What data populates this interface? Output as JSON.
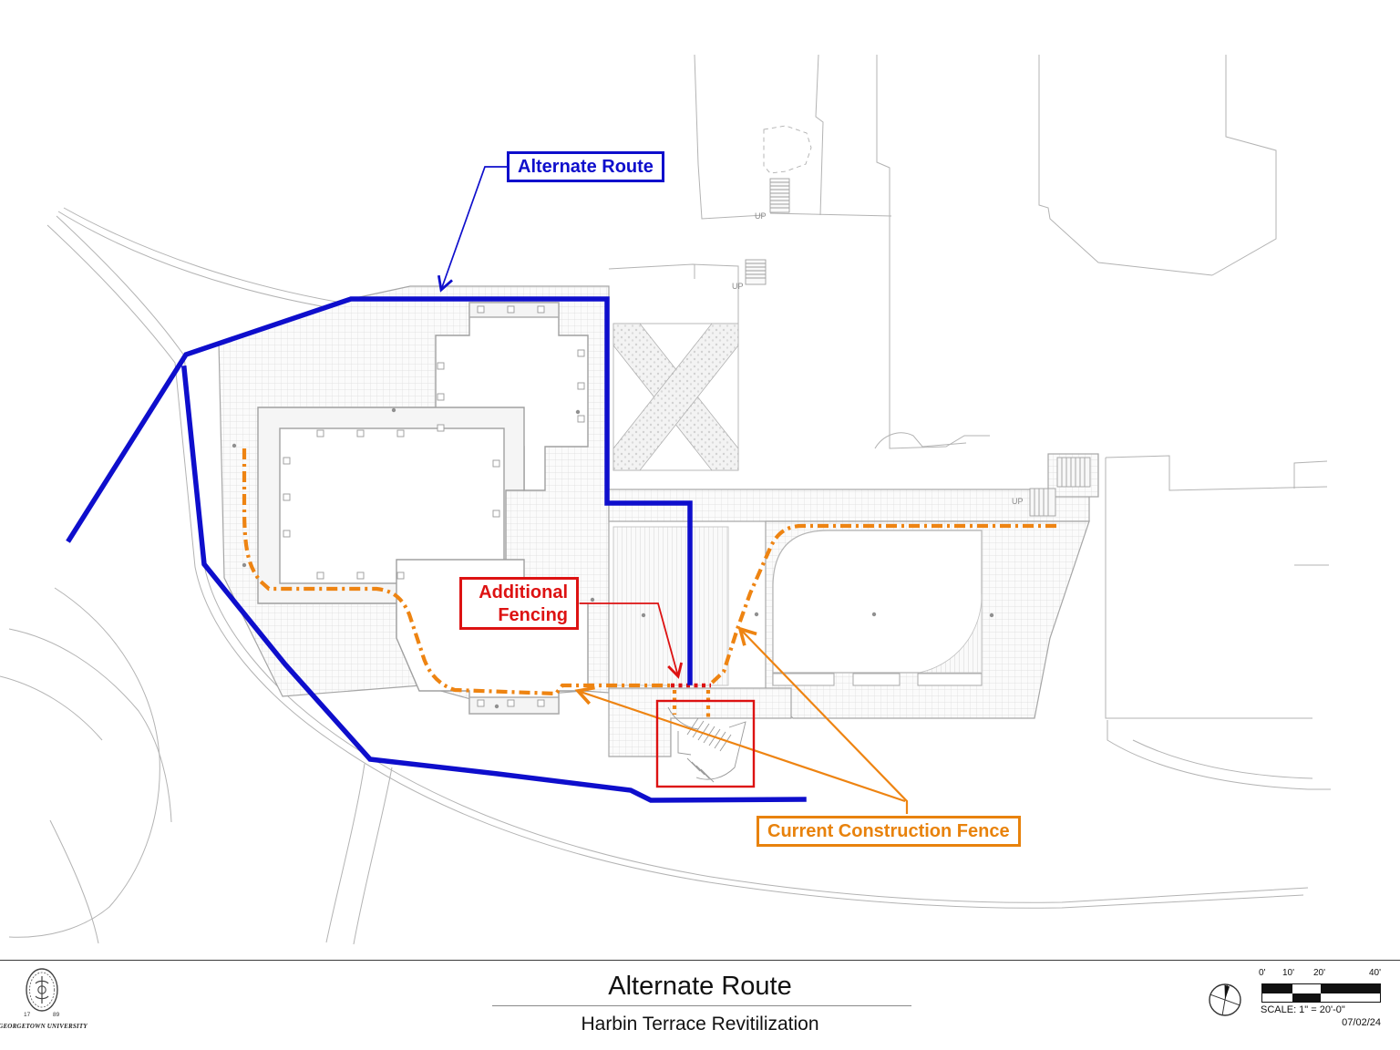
{
  "annotations": {
    "alternate_route": {
      "label": "Alternate Route"
    },
    "additional_fencing": {
      "line1": "Additional",
      "line2": "Fencing"
    },
    "current_construction_fence": {
      "label": "Current Construction Fence"
    }
  },
  "plan": {
    "up_label": "UP"
  },
  "title_block": {
    "title": "Alternate Route",
    "subtitle": "Harbin Terrace Revitilization",
    "logo_text": "GEORGETOWN UNIVERSITY",
    "logo_year_left": "17",
    "logo_year_right": "89",
    "scale_ticks": [
      "0'",
      "10'",
      "20'",
      "40'"
    ],
    "scale_label": "SCALE: 1\" = 20'-0\"",
    "date": "07/02/24"
  },
  "colors": {
    "route_blue": "#0E0ECC",
    "fence_orange": "#EE8412",
    "fencing_red": "#DD1212"
  }
}
